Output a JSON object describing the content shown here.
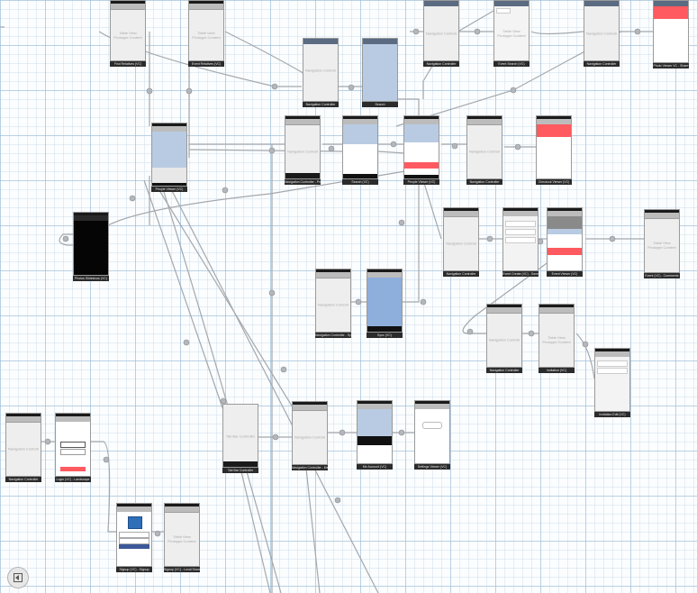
{
  "canvas": {
    "title": "Storyboard canvas",
    "background": "#fbfdfe",
    "grid_color": "#96b9d7",
    "segue_color": "#a4a8ad"
  },
  "scenes": [
    {
      "id": "s1",
      "caption": "Find Relatives (VC)",
      "placeholder": "Table View\nProtoype Content",
      "style": "plain"
    },
    {
      "id": "s2",
      "caption": "Event Relatives (VC)",
      "placeholder": "Table View\nProtoype Content",
      "style": "plain"
    },
    {
      "id": "s3",
      "caption": "Navigation Controller",
      "placeholder": "Navigation Controller",
      "style": "plain"
    },
    {
      "id": "s4",
      "caption": "Search",
      "placeholder": "",
      "style": "blue"
    },
    {
      "id": "s5",
      "caption": "Navigation Controller",
      "placeholder": "Navigation Controller",
      "style": "plain"
    },
    {
      "id": "s6",
      "caption": "Event Search (VC)",
      "placeholder": "Table View\nProtoype Content",
      "style": "plain"
    },
    {
      "id": "s7",
      "caption": "Navigation Controller",
      "placeholder": "Navigation Controller",
      "style": "plain"
    },
    {
      "id": "s8",
      "caption": "Photo Viewer VC - Share",
      "placeholder": "",
      "style": "white"
    },
    {
      "id": "s9",
      "caption": "People Viewer (VC)",
      "placeholder": "",
      "style": "blue"
    },
    {
      "id": "s10",
      "caption": "Navigation Controller - Profiles",
      "placeholder": "Navigation Controller",
      "style": "plain"
    },
    {
      "id": "s11",
      "caption": "Search (VC)",
      "placeholder": "",
      "style": "white"
    },
    {
      "id": "s12",
      "caption": "People Viewer (VC)",
      "placeholder": "",
      "style": "white"
    },
    {
      "id": "s13",
      "caption": "Navigation Controller",
      "placeholder": "Navigation Controller",
      "style": "plain"
    },
    {
      "id": "s14",
      "caption": "Checkout Viewer (VC)",
      "placeholder": "",
      "style": "white"
    },
    {
      "id": "s15",
      "caption": "Photos Slideshow (VC)",
      "placeholder": "",
      "style": "dark"
    },
    {
      "id": "s16",
      "caption": "Navigation Controller",
      "placeholder": "Navigation Controller",
      "style": "plain"
    },
    {
      "id": "s17",
      "caption": "Event Create (VC) - Save",
      "placeholder": "",
      "style": "white"
    },
    {
      "id": "s18",
      "caption": "Event Viewer (VC)",
      "placeholder": "",
      "style": "white"
    },
    {
      "id": "s19",
      "caption": "Event (VC) - Comments",
      "placeholder": "Table View\nProtoype Content",
      "style": "plain"
    },
    {
      "id": "s20",
      "caption": "Navigation Controller - Sync",
      "placeholder": "Navigation Controller",
      "style": "plain"
    },
    {
      "id": "s21",
      "caption": "Sync (VC)",
      "placeholder": "",
      "style": "blue"
    },
    {
      "id": "s22",
      "caption": "Navigation Controller",
      "placeholder": "Navigation Controller",
      "style": "plain"
    },
    {
      "id": "s23",
      "caption": "Invitation (VC)",
      "placeholder": "Table View\nProtoype Content",
      "style": "plain"
    },
    {
      "id": "s24",
      "caption": "Invitation Edit (VC)",
      "placeholder": "",
      "style": "white"
    },
    {
      "id": "s25",
      "caption": "Navigation Controller",
      "placeholder": "Navigation Controller",
      "style": "plain"
    },
    {
      "id": "s26",
      "caption": "Login (VC) - Landscape",
      "placeholder": "",
      "style": "white"
    },
    {
      "id": "s27",
      "caption": "Tab Bar Controller",
      "placeholder": "Tab Bar Controller",
      "style": "plain"
    },
    {
      "id": "s28",
      "caption": "Navigation Controller - Me",
      "placeholder": "Navigation Controller",
      "style": "plain"
    },
    {
      "id": "s29",
      "caption": "Me Account (VC)",
      "placeholder": "",
      "style": "blue"
    },
    {
      "id": "s30",
      "caption": "Settings Viewer (VC)",
      "placeholder": "",
      "style": "white"
    },
    {
      "id": "s31",
      "caption": "Signup (VC) - Signup",
      "placeholder": "",
      "style": "blue"
    },
    {
      "id": "s32",
      "caption": "Signup (VC) - Local Search",
      "placeholder": "Table View\nProtoype Content",
      "style": "plain"
    }
  ],
  "controls": {
    "back_button_icon": "sidebar-toggle-icon"
  }
}
